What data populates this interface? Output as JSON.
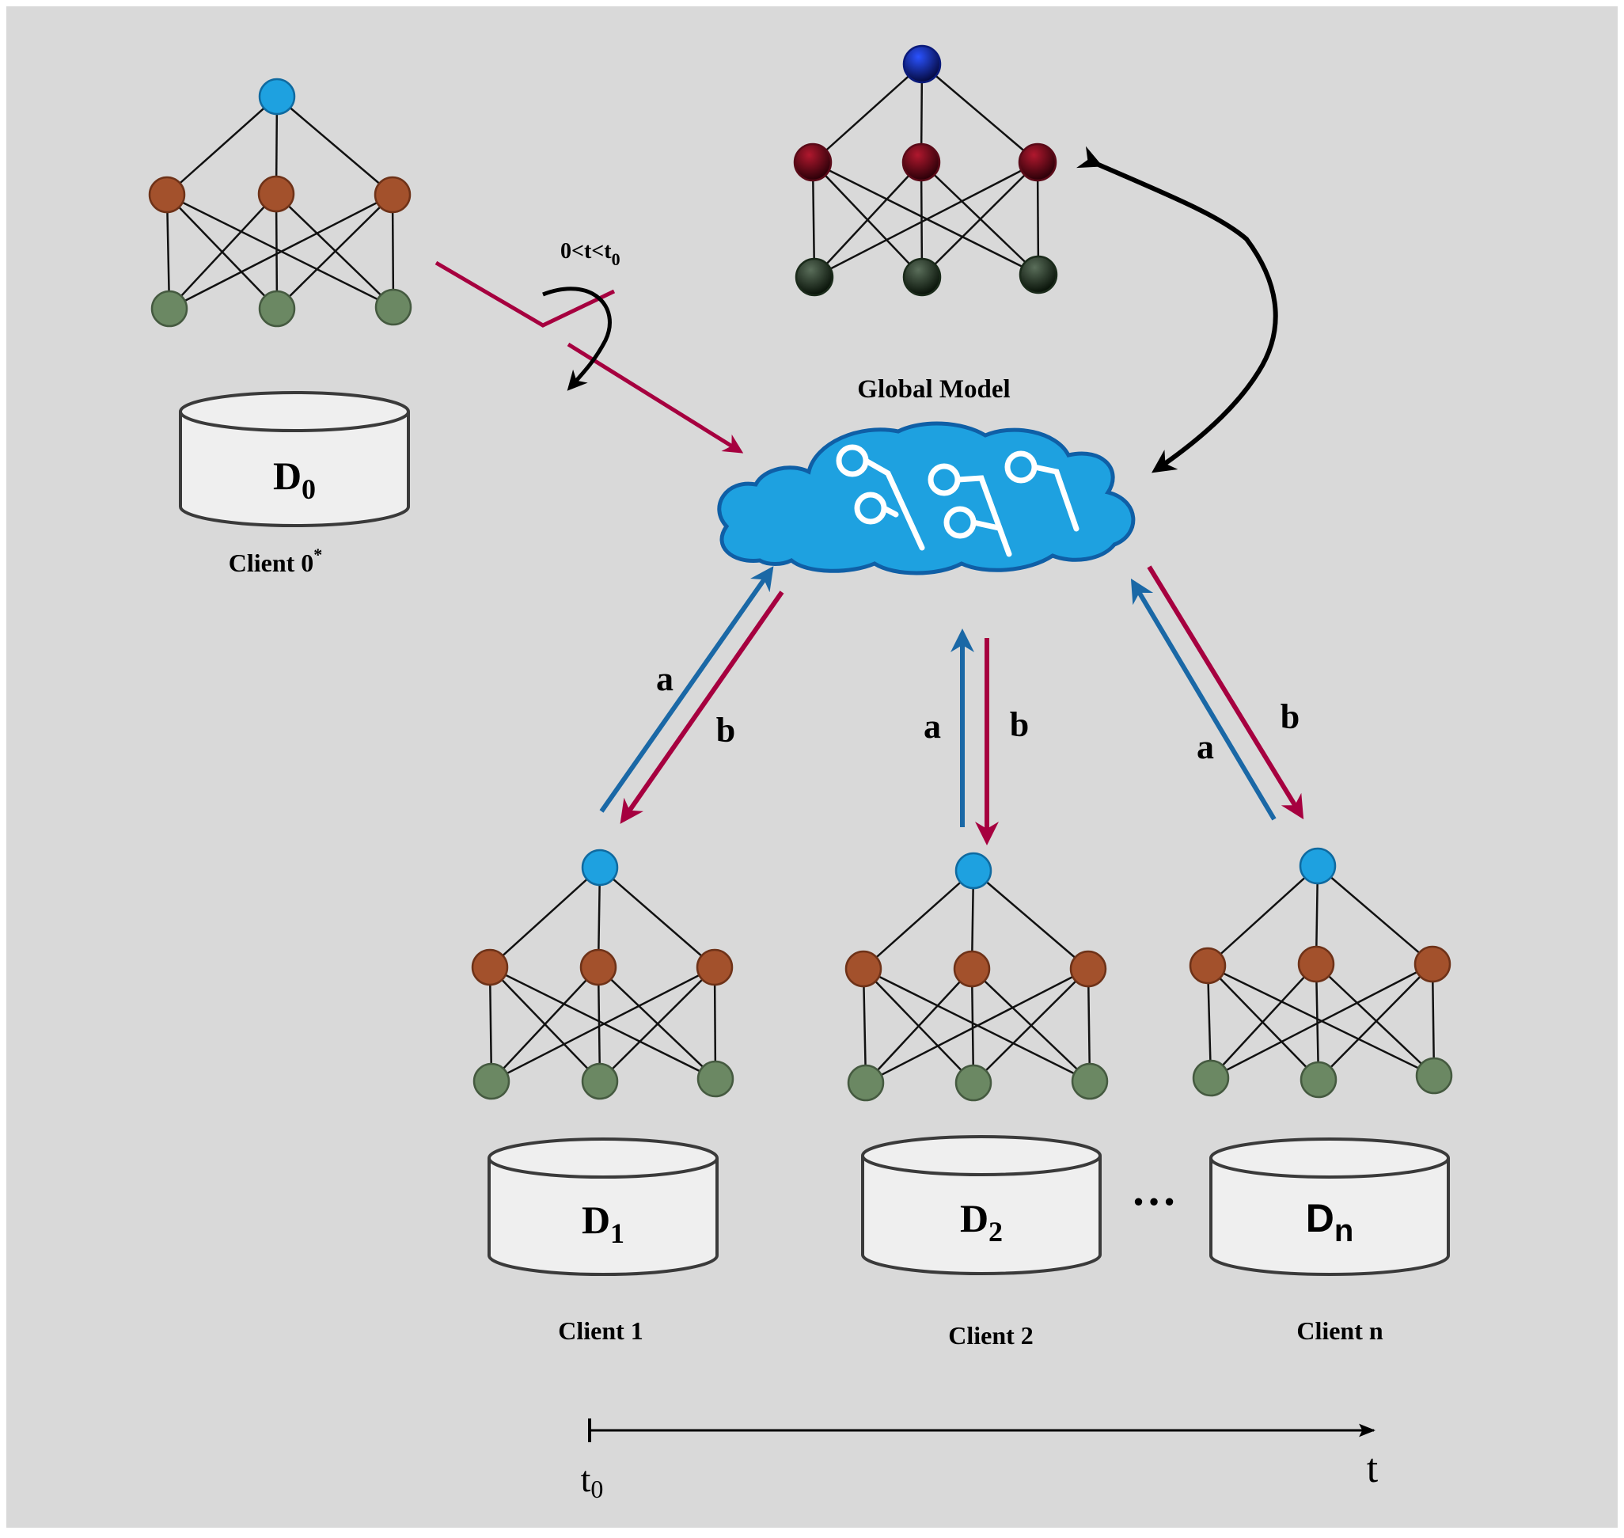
{
  "colors": {
    "background": "#d9d9d9",
    "frame": "#ffffff",
    "node_output": "#1ea1e0",
    "node_hidden": "#a3512c",
    "node_input": "#6b8863",
    "global_node_output": "#0a1a7a",
    "global_node_hidden": "#6b0a1c",
    "global_node_input": "#1b2a1b",
    "cloud_fill": "#1ea1e0",
    "cloud_stroke": "#0f5fa6",
    "arrow_upload": "#1a68a6",
    "arrow_download": "#a6003f",
    "arrow_feedback": "#000000"
  },
  "icons": {
    "cloud": "cloud-network-icon",
    "database": "database-cylinder-icon"
  },
  "global_model": {
    "label": "Global Model"
  },
  "client0": {
    "dataset_main": "D",
    "dataset_sub": "0",
    "label_main": "Client 0",
    "label_sup": "*",
    "interval_main": "0<t<t",
    "interval_sub": "0"
  },
  "clients": [
    {
      "dataset_main": "D",
      "dataset_sub": "1",
      "label": "Client 1",
      "up_label": "a",
      "down_label": "b"
    },
    {
      "dataset_main": "D",
      "dataset_sub": "2",
      "label": "Client 2",
      "up_label": "a",
      "down_label": "b"
    },
    {
      "dataset_main": "D",
      "dataset_sub": "n",
      "label": "Client n",
      "up_label": "a",
      "down_label": "b"
    }
  ],
  "ellipsis": "…",
  "timeline": {
    "start_main": "t",
    "start_sub": "0",
    "end": "t"
  }
}
